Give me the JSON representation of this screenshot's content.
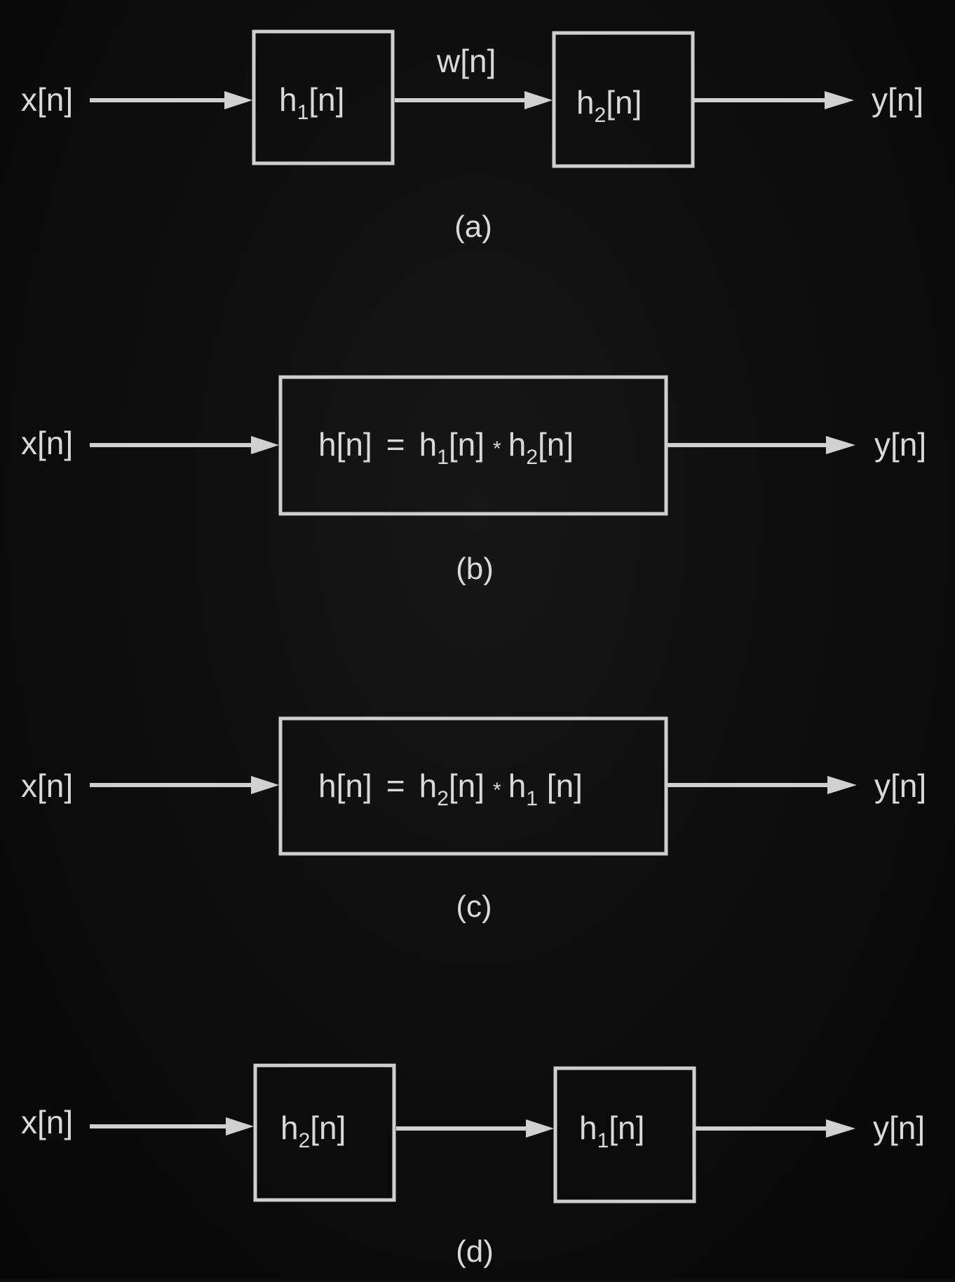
{
  "diagrams": [
    {
      "caption": "(a)",
      "input": "x[n]",
      "output": "y[n]",
      "intermediate": "w[n]",
      "blocks": [
        {
          "base": "h",
          "sub": "1",
          "arg": "[n]"
        },
        {
          "base": "h",
          "sub": "2",
          "arg": "[n]"
        }
      ]
    },
    {
      "caption": "(b)",
      "input": "x[n]",
      "output": "y[n]",
      "equation": {
        "lhs": "h[n]",
        "eq": "=",
        "t1_base": "h",
        "t1_sub": "1",
        "t1_arg": "[n]",
        "op": "*",
        "t2_base": "h",
        "t2_sub": "2",
        "t2_arg": "[n]"
      }
    },
    {
      "caption": "(c)",
      "input": "x[n]",
      "output": "y[n]",
      "equation": {
        "lhs": "h[n]",
        "eq": "=",
        "t1_base": "h",
        "t1_sub": "2",
        "t1_arg": "[n]",
        "op": "*",
        "t2_base": "h",
        "t2_sub": "1",
        "t2_arg": " [n]"
      }
    },
    {
      "caption": "(d)",
      "input": "x[n]",
      "output": "y[n]",
      "blocks": [
        {
          "base": "h",
          "sub": "2",
          "arg": "[n]"
        },
        {
          "base": "h",
          "sub": "1",
          "arg": "[n]"
        }
      ]
    }
  ],
  "colors": {
    "background": "#0c0c0c",
    "stroke": "#cfcfcf",
    "text": "#d9d9d9"
  }
}
